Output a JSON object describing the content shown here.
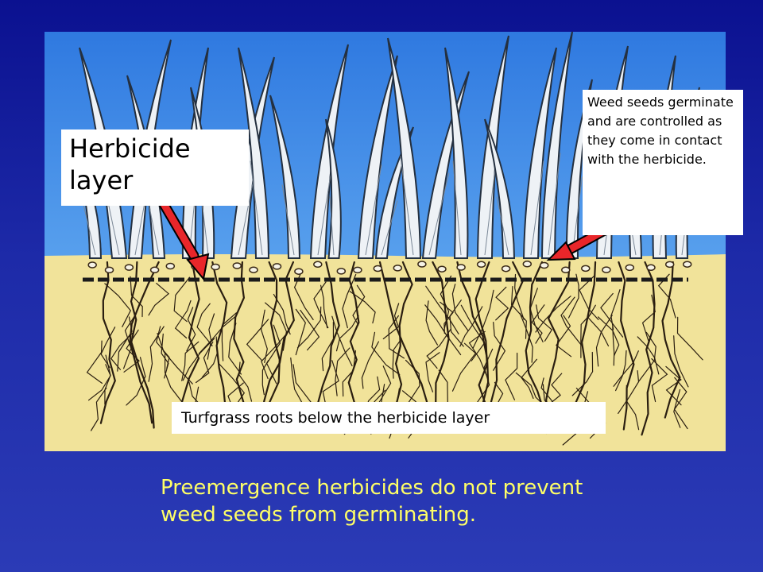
{
  "labels": {
    "herbicide_layer": "Herbicide layer",
    "weed_seeds": "Weed seeds germinate and are controlled as they come in contact with the herbicide.",
    "turfgrass_roots": "Turfgrass roots below the herbicide layer"
  },
  "caption": {
    "line1": "Preemergence herbicides do not prevent",
    "line2": "weed seeds from germinating."
  },
  "colors": {
    "sky": "#3a86e6",
    "soil": "#f1e39a",
    "blade": "#eef2f6",
    "arrow": "#e8262a",
    "caption": "#ffff66"
  }
}
